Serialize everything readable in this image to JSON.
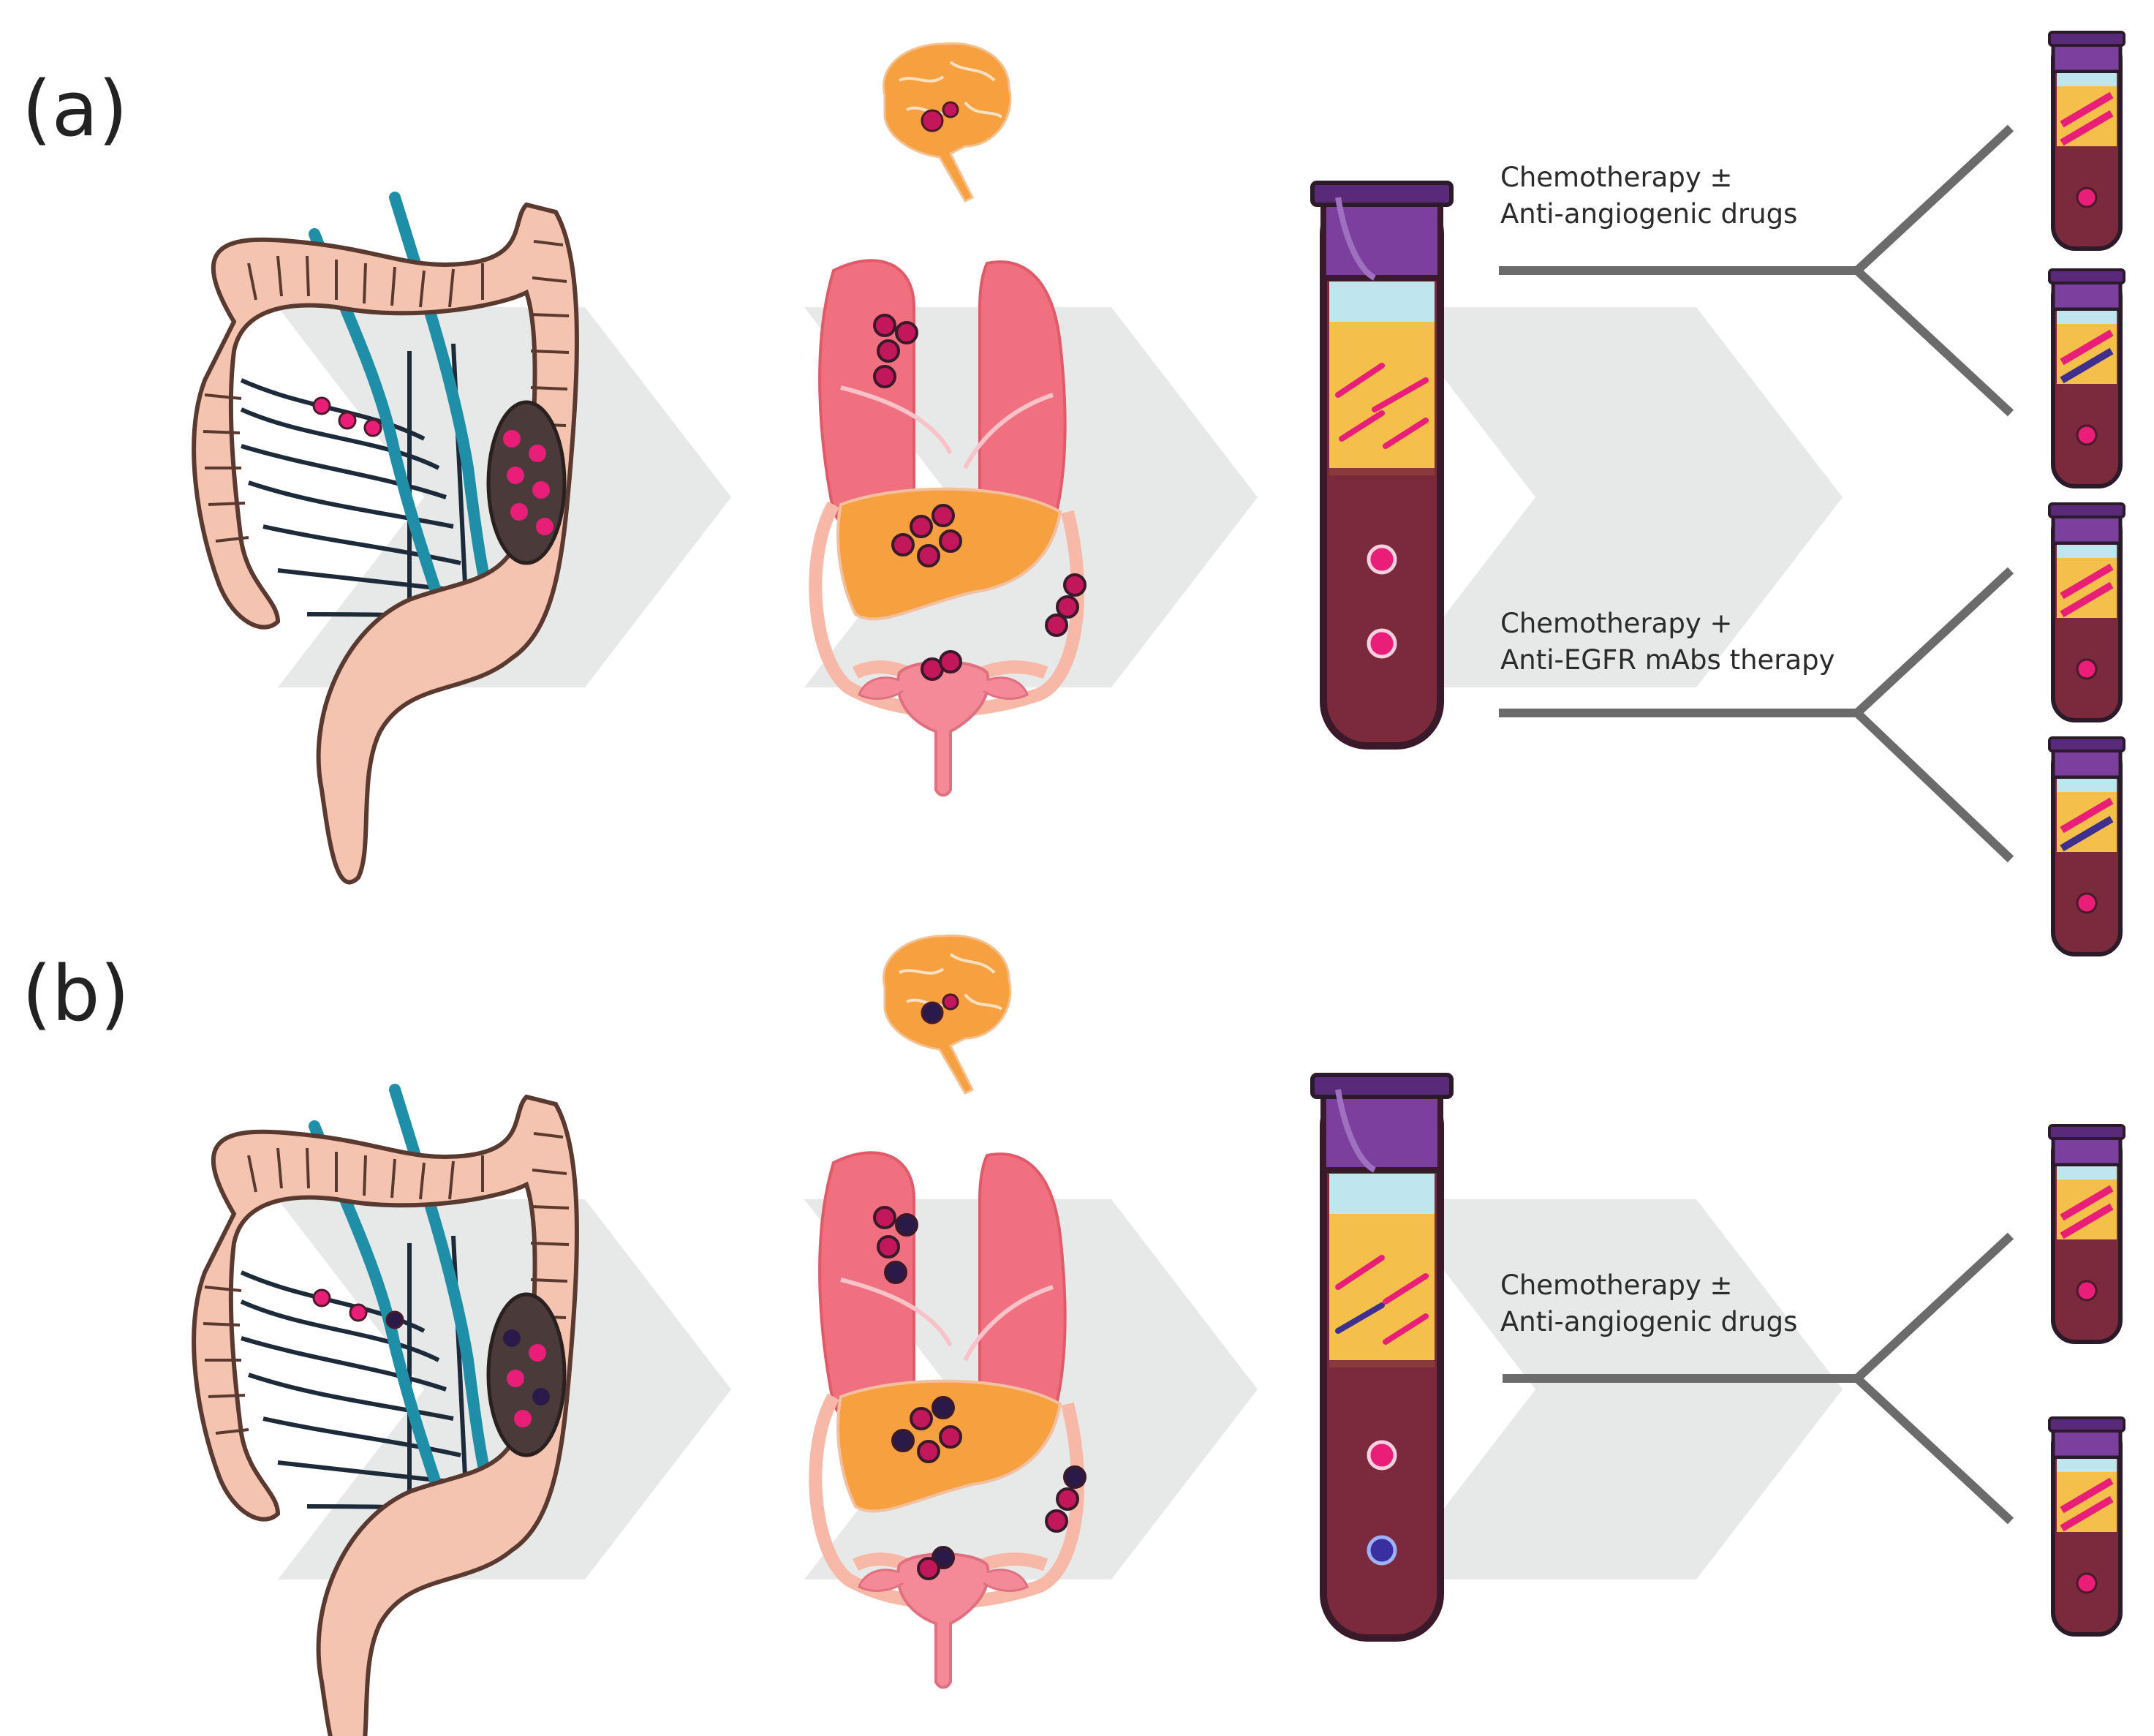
{
  "panels": [
    {
      "label": "(a)",
      "brain_cell_colors": [
        "#c2185b",
        "#c2185b"
      ],
      "tube_cell_colors": [
        "#e91e78",
        "#e91e78"
      ],
      "tube_strands": [
        "#e91e78",
        "#e91e78",
        "#e91e78",
        "#e91e78"
      ],
      "groups": [
        {
          "text_line1": "Chemotherapy ±",
          "text_line2": "Anti-angiogenic drugs",
          "result_tubes": [
            {
              "stripes": [
                "#e91e78",
                "#e91e78"
              ]
            },
            {
              "stripes": [
                "#e91e78",
                "#3f2f8f"
              ]
            }
          ]
        },
        {
          "text_line1": "Chemotherapy +",
          "text_line2": "Anti-EGFR mAbs therapy",
          "result_tubes": [
            {
              "stripes": [
                "#e91e78",
                "#e91e78"
              ]
            },
            {
              "stripes": [
                "#e91e78",
                "#3f2f8f"
              ]
            }
          ]
        }
      ]
    },
    {
      "label": "(b)",
      "brain_cell_colors": [
        "#2a1a4a",
        "#c2185b"
      ],
      "tube_cell_colors": [
        "#e91e78",
        "#3a2fa0"
      ],
      "tube_strands": [
        "#e91e78",
        "#3f2f8f",
        "#e91e78",
        "#e91e78"
      ],
      "groups": [
        {
          "text_line1": "Chemotherapy ±",
          "text_line2": "Anti-angiogenic drugs",
          "result_tubes": [
            {
              "stripes": [
                "#e91e78",
                "#e91e78"
              ]
            },
            {
              "stripes": [
                "#e91e78",
                "#e91e78"
              ]
            }
          ]
        }
      ]
    }
  ],
  "colors": {
    "arrow": "#e6e9e8",
    "colon": "#f5c4b0",
    "colon_stroke": "#5a3a30",
    "vessel": "#1f8fa8",
    "mesentery": "#1c2a3a",
    "tumor": "#4a3a3a",
    "lung": "#f07080",
    "liver": "#f7a040",
    "uterus": "#f48a98",
    "brain": "#f7a040",
    "tube_cap": "#7b3f9e",
    "tube_glass": "#4a2a4a",
    "plasma": "#f5c04a",
    "buffy": "#bfe6ef",
    "blood": "#7a2a3a",
    "line": "#6b6b6b",
    "pink": "#e91e78"
  }
}
